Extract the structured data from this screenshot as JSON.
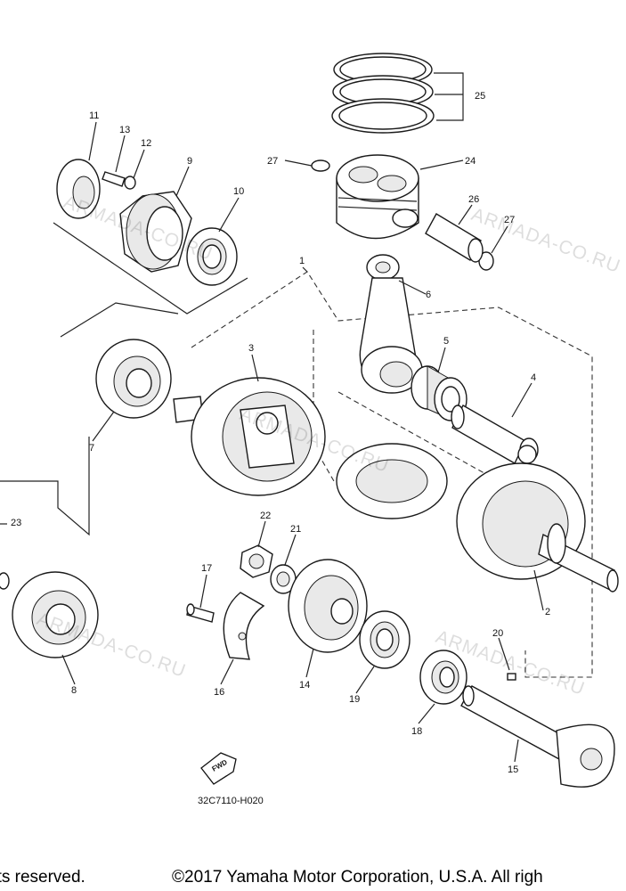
{
  "diagram": {
    "callouts": [
      "1",
      "2",
      "3",
      "4",
      "5",
      "6",
      "7",
      "8",
      "9",
      "10",
      "11",
      "12",
      "13",
      "14",
      "15",
      "16",
      "17",
      "18",
      "19",
      "20",
      "21",
      "22",
      "23",
      "24",
      "25",
      "26",
      "27",
      "27"
    ],
    "watermark": "ARMADA-CO.RU",
    "diagram_code": "32C7110-H020",
    "direction_badge": "FWD"
  },
  "footer": {
    "rights_text": "nts reserved.",
    "copyright_text": "©2017 Yamaha Motor Corporation, U.S.A. All righ"
  },
  "colors": {
    "line": "#1a1a1a",
    "background": "#ffffff",
    "watermark": "#000000"
  }
}
